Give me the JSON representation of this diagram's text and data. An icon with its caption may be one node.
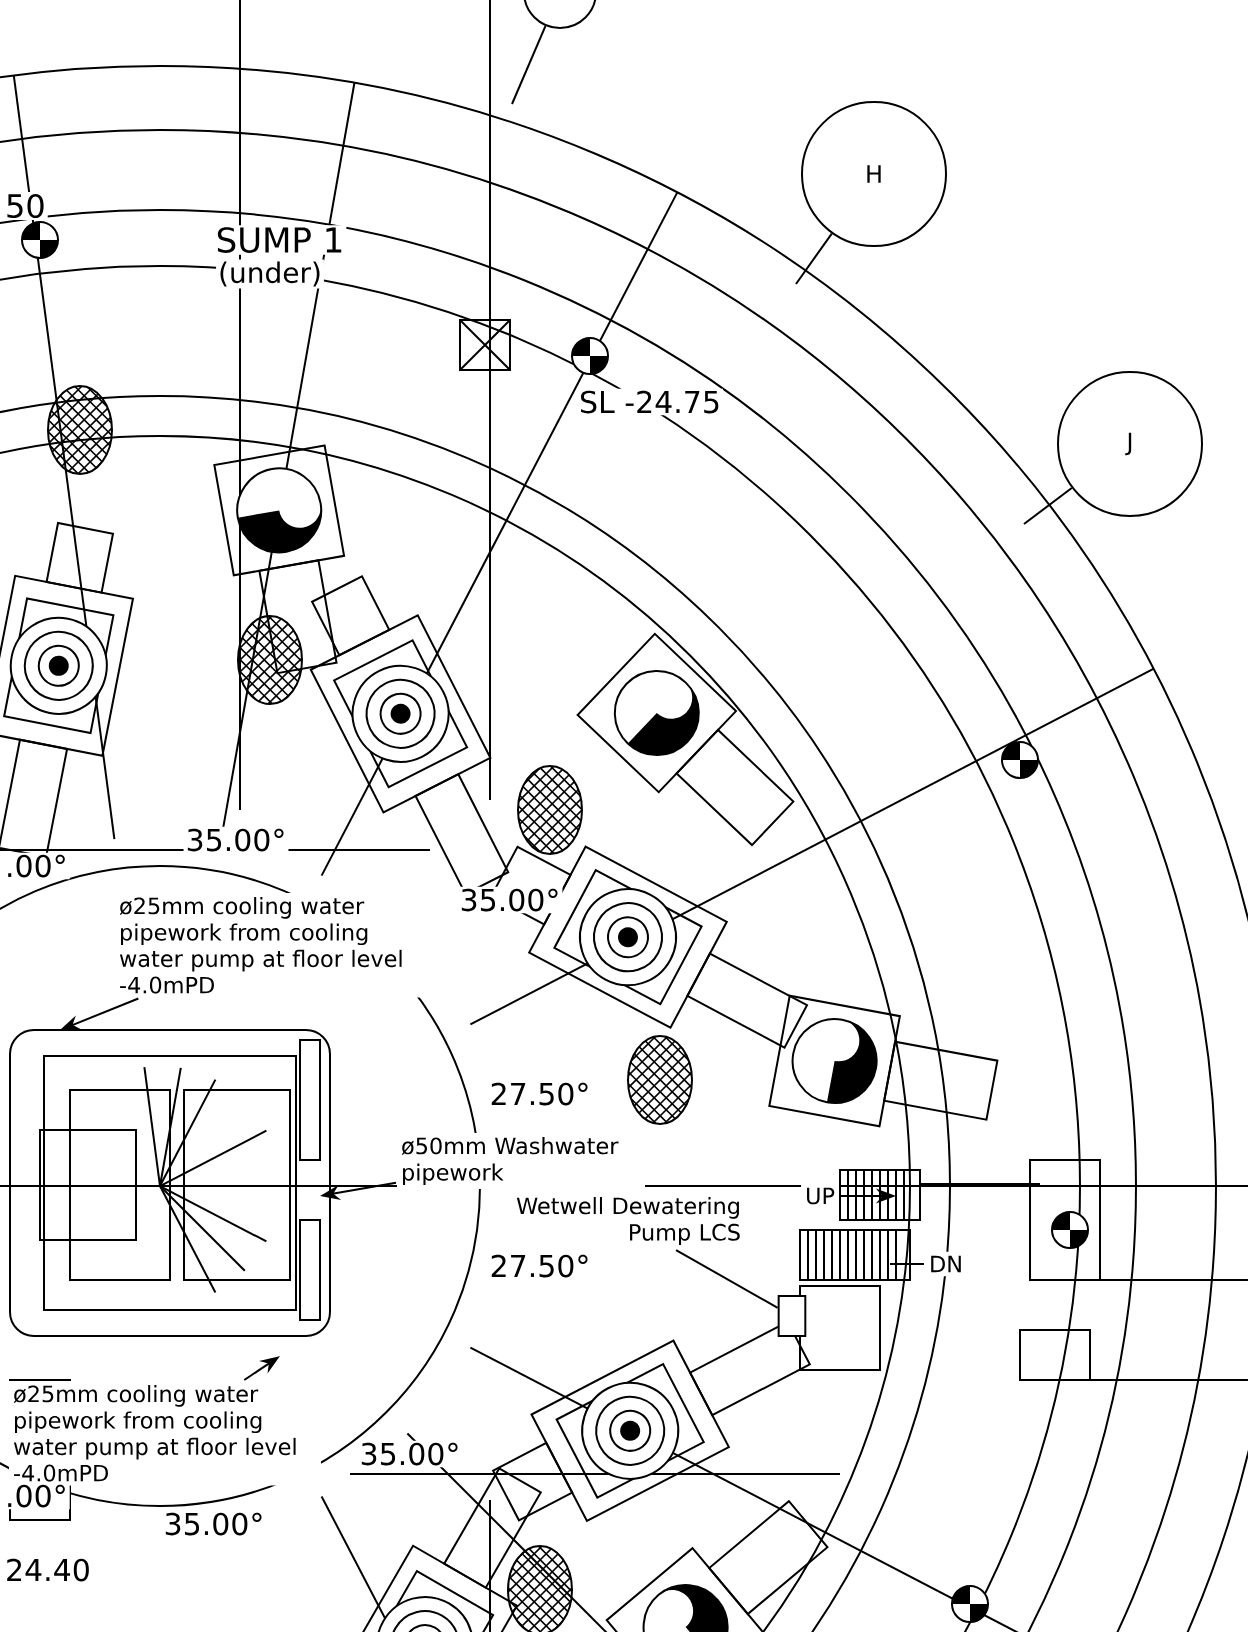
{
  "diagram": {
    "nodes": [
      {
        "text": [],
        "shape": "circle"
      },
      {
        "text": [
          "H"
        ]
      },
      {
        "text": [
          "J"
        ]
      },
      {
        "text": [
          "ø25mm cooling water pipework from cooling water pump at floor level -4.0mPD"
        ]
      },
      {
        "text": [
          "ø25mm cooling water pipework from cooling water pump at floor level -4.0mPD"
        ]
      },
      {
        "text": [
          "ø50mm Washwater pipework"
        ]
      },
      {
        "text": [
          "Wetwell Dewatering Pump LCS"
        ]
      },
      {
        "text": [
          "UP"
        ]
      },
      {
        "text": [
          "DN"
        ]
      },
      {
        "text": [],
        "shape": "box"
      }
    ],
    "edges": [
      {
        "from": 0,
        "to": null,
        "arrow": "none"
      },
      {
        "from": 1,
        "to": null,
        "arrow": "none"
      },
      {
        "from": 2,
        "to": null,
        "arrow": "none"
      },
      {
        "from": 3,
        "to": null,
        "arrow": "to"
      },
      {
        "from": 4,
        "to": null,
        "arrow": "to"
      },
      {
        "from": 5,
        "to": null,
        "arrow": "to"
      },
      {
        "from": 6,
        "to": 9,
        "arrow": "none"
      },
      {
        "from": 7,
        "to": null,
        "arrow": "to"
      },
      {
        "from": 8,
        "to": null,
        "arrow": "none"
      }
    ],
    "labels": [
      "50",
      "SUMP 1",
      "(under)",
      "SL -24.75",
      "35.00°",
      ".00°",
      "35.00°",
      "27.50°",
      "27.50°",
      "35.00°",
      ".00°",
      "35.00°",
      "24.40"
    ]
  }
}
